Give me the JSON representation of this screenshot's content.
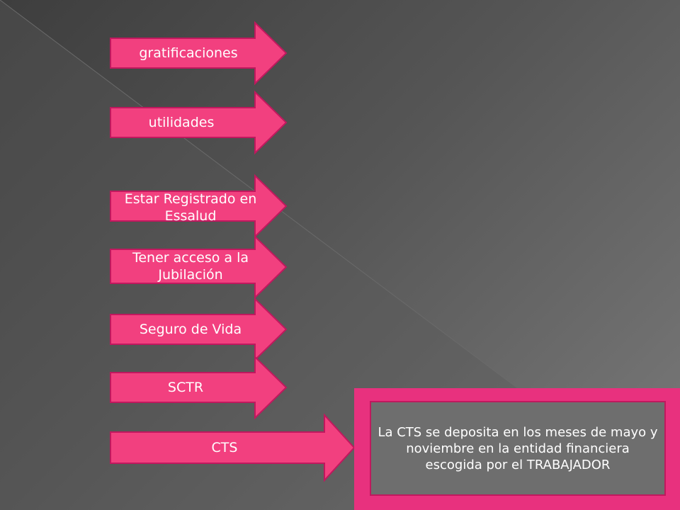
{
  "colors": {
    "arrow_fill": "#f2407f",
    "arrow_stroke": "#c0185e",
    "box_border": "#e8317e",
    "box_inner": "#6e6e6e",
    "text": "#ffffff"
  },
  "arrows": [
    {
      "id": "gratificaciones",
      "label": "gratificaciones"
    },
    {
      "id": "utilidades",
      "label": "utilidades"
    },
    {
      "id": "essalud",
      "label": "Estar Registrado en Essalud"
    },
    {
      "id": "jubilacion",
      "label": "Tener acceso  a la Jubilación"
    },
    {
      "id": "seguro-vida",
      "label": "Seguro de Vida"
    },
    {
      "id": "sctr",
      "label": "SCTR"
    },
    {
      "id": "cts",
      "label": "CTS"
    }
  ],
  "cts_note": "La CTS se deposita en los meses de mayo y noviembre en la entidad financiera escogida por el TRABAJADOR"
}
